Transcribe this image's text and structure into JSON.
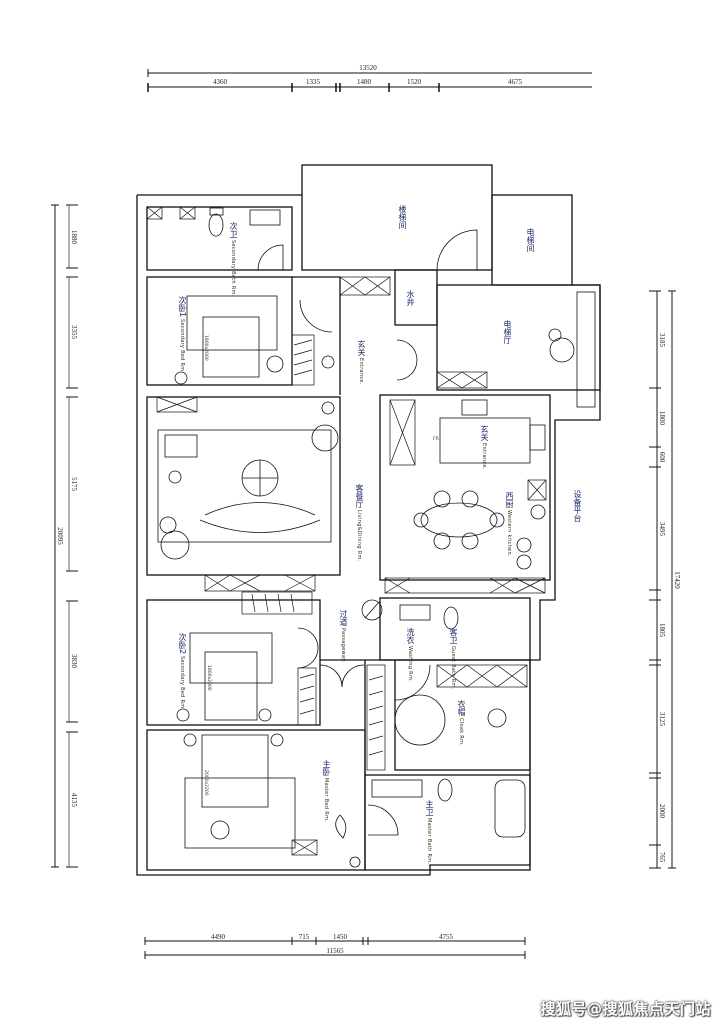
{
  "dimensions": {
    "top_total": "13520",
    "top_segments": [
      "4360",
      "1335",
      "1480",
      "1520",
      "4675"
    ],
    "bottom_segments": [
      "4490",
      "715",
      "1450",
      "4755"
    ],
    "bottom_total": "11565",
    "left_total": "20095",
    "left_segments": [
      "1880",
      "3355",
      "5175",
      "3830",
      "4135"
    ],
    "right_total": "17420",
    "right_segments": [
      "3185",
      "1800",
      "600",
      "3495",
      "1805",
      "3125",
      "2000",
      "765"
    ]
  },
  "rooms": {
    "secondary_bath": {
      "cn": "次卫",
      "en": "Secondary Bath Rm."
    },
    "secondary_bed_1": {
      "cn": "次卧1",
      "en": "Secondary Bed Rm."
    },
    "stairwell": {
      "cn": "楼梯间",
      "en": ""
    },
    "elevator_shaft": {
      "cn": "电梯间",
      "en": ""
    },
    "water_shaft": {
      "cn": "水井",
      "en": ""
    },
    "elevator_hall": {
      "cn": "电梯厅",
      "en": ""
    },
    "entrance": {
      "cn": "玄关",
      "en": "Entrance."
    },
    "entrance_2": {
      "cn": "玄关",
      "en": "Entrance."
    },
    "living_dining": {
      "cn": "客餐厅",
      "en": "Living&Dining Rm."
    },
    "western_kitchen": {
      "cn": "西厨",
      "en": "Western kitchen."
    },
    "equipment_platform": {
      "cn": "设备平台",
      "en": ""
    },
    "secondary_bed_2": {
      "cn": "次卧2",
      "en": "Secondary Bed Rm."
    },
    "passageway": {
      "cn": "过道",
      "en": "Passageway."
    },
    "washing": {
      "cn": "洗衣",
      "en": "Washing Rm."
    },
    "guest_bath": {
      "cn": "客卫",
      "en": "Guest Bath Rm."
    },
    "cloak": {
      "cn": "衣帽",
      "en": "Cloak Rm."
    },
    "master_bed": {
      "cn": "主卧",
      "en": "Master Bed Rm."
    },
    "master_bath": {
      "cn": "主卫",
      "en": "Master Bath Rm."
    }
  },
  "annotations": {
    "bed_1_size": "1800x2000",
    "bed_2_size": "1800x2000",
    "master_bed_size": "2000x2200",
    "fridge": "FR"
  },
  "watermark": "搜狐号@搜狐焦点天门站"
}
